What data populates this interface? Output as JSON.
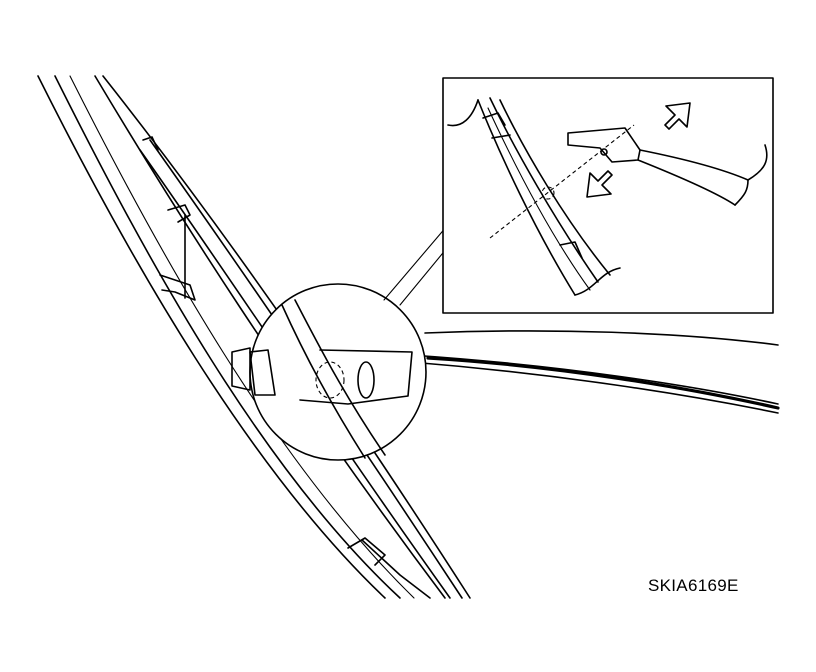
{
  "figure": {
    "code": "SKIA6169E",
    "colors": {
      "line": "#000000",
      "background": "#ffffff"
    },
    "parts": [
      "windshield",
      "wiper-blade",
      "wiper-arm",
      "blade-hook-clip",
      "detail-inset",
      "removal-arrows"
    ]
  }
}
